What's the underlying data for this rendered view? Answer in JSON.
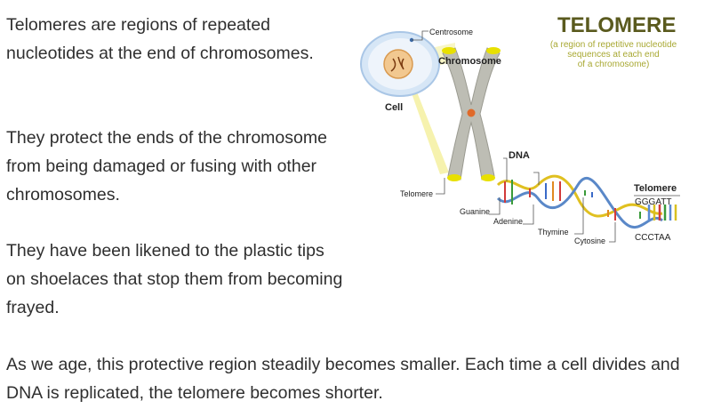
{
  "text": {
    "p1": "Telomeres are regions of repeated nucleotides at the end of chromosomes.",
    "p2": "They protect the ends of the chromosome from being damaged or fusing with other chromosomes.",
    "p3": "They have been likened to the plastic tips on shoelaces that stop them from becoming frayed.",
    "p4": "As we age, this protective region steadily becomes smaller. Each time a cell divides and DNA is replicated, the telomere becomes shorter."
  },
  "diagram": {
    "title": "TELOMERE",
    "subtitle_lines": [
      "(a region of repetitive nucleotide",
      "sequences at each end",
      "of a chromosome)"
    ],
    "labels": {
      "centrosome": "Centrosome",
      "chromosome": "Chromosome",
      "cell": "Cell",
      "dna": "DNA",
      "telomere_left": "Telomere",
      "guanine": "Guanine",
      "adenine": "Adenine",
      "thymine": "Thymine",
      "cytosine": "Cytosine",
      "telomere_right": "Telomere",
      "seq_top": "GGGATT",
      "seq_bottom": "CCCTAA"
    },
    "colors": {
      "title": "#5a5a1e",
      "subtitle": "#a8a832",
      "telomere_cap": "#e8e000",
      "chromosome": "#b8b8b0",
      "centromere": "#e06a2a",
      "cell_membrane": "#b8d4f0",
      "projection": "#f4f0a0"
    }
  }
}
